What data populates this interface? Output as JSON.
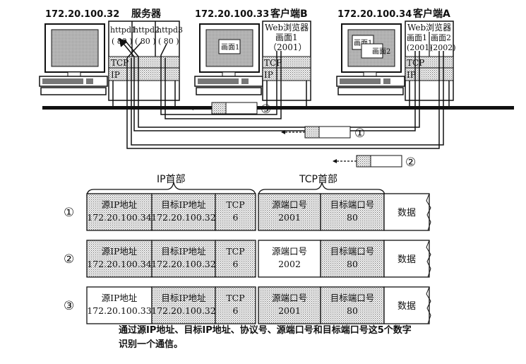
{
  "hosts": {
    "server": {
      "ip": "172.20.100.32",
      "title": "服务器",
      "procs": [
        "httpd1",
        "httpd2",
        "httpd3"
      ],
      "ports": [
        "( 80 )",
        "( 80 )",
        "( 80 )"
      ]
    },
    "client_b": {
      "ip": "172.20.100.33",
      "title": "客户端B",
      "app": "Web浏览器",
      "screen": "画面1",
      "port": "（2001）",
      "window1": "画面1"
    },
    "client_a": {
      "ip": "172.20.100.34",
      "title": "客户端A",
      "app": "Web浏览器",
      "screens": [
        "画面1",
        "画面2"
      ],
      "ports": [
        "(2001)",
        "(2002)"
      ],
      "window1": "画面1",
      "window2": "画面2"
    }
  },
  "stack": {
    "tcp": "TCP",
    "ip": "IP"
  },
  "markers": [
    "①",
    "②",
    "③"
  ],
  "table": {
    "ip_header_label": "IP首部",
    "tcp_header_label": "TCP首部",
    "rows": [
      {
        "marker": "①",
        "src_ip_label": "源IP地址",
        "src_ip": "172.20.100.34",
        "dst_ip_label": "目标IP地址",
        "dst_ip": "172.20.100.32",
        "proto_label": "TCP",
        "proto": "6",
        "src_port_label": "源端口号",
        "src_port": "2001",
        "dst_port_label": "目标端口号",
        "dst_port": "80",
        "data_label": "数据"
      },
      {
        "marker": "②",
        "src_ip_label": "源IP地址",
        "src_ip": "172.20.100.34",
        "dst_ip_label": "目标IP地址",
        "dst_ip": "172.20.100.32",
        "proto_label": "TCP",
        "proto": "6",
        "src_port_label": "源端口号",
        "src_port": "2002",
        "dst_port_label": "目标端口号",
        "dst_port": "80",
        "data_label": "数据"
      },
      {
        "marker": "③",
        "src_ip_label": "源IP地址",
        "src_ip": "172.20.100.33",
        "dst_ip_label": "目标IP地址",
        "dst_ip": "172.20.100.32",
        "proto_label": "TCP",
        "proto": "6",
        "src_port_label": "源端口号",
        "src_port": "2001",
        "dst_port_label": "目标端口号",
        "dst_port": "80",
        "data_label": "数据"
      }
    ]
  },
  "caption": {
    "line1": "通过源IP地址、目标IP地址、协议号、源端口号和目标端口号这5个数字",
    "line2": "识别一个通信。"
  }
}
